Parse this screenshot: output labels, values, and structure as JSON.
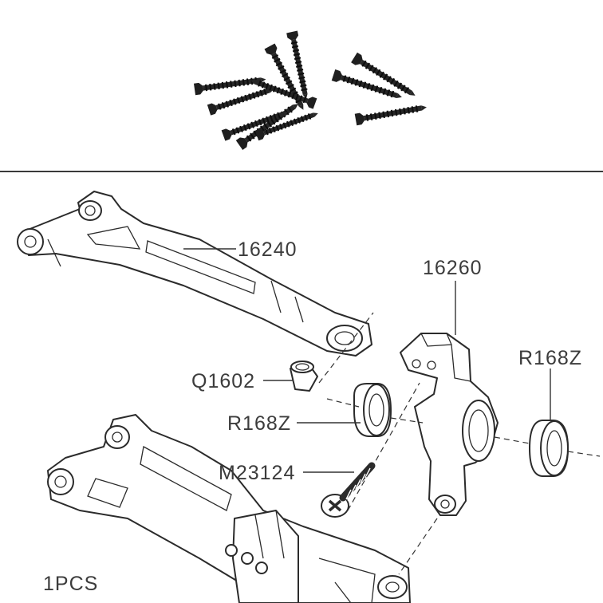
{
  "parts": {
    "arm_upper": "16240",
    "knuckle": "16260",
    "bearing_right": "R168Z",
    "pivot_ball": "Q1602",
    "bearing_left": "R168Z",
    "screw": "M23124"
  },
  "quantity_label": "1PCS",
  "colors": {
    "line": "#2b2b2b",
    "screw": "#1f1f1f",
    "divider": "#3a3a3a"
  }
}
